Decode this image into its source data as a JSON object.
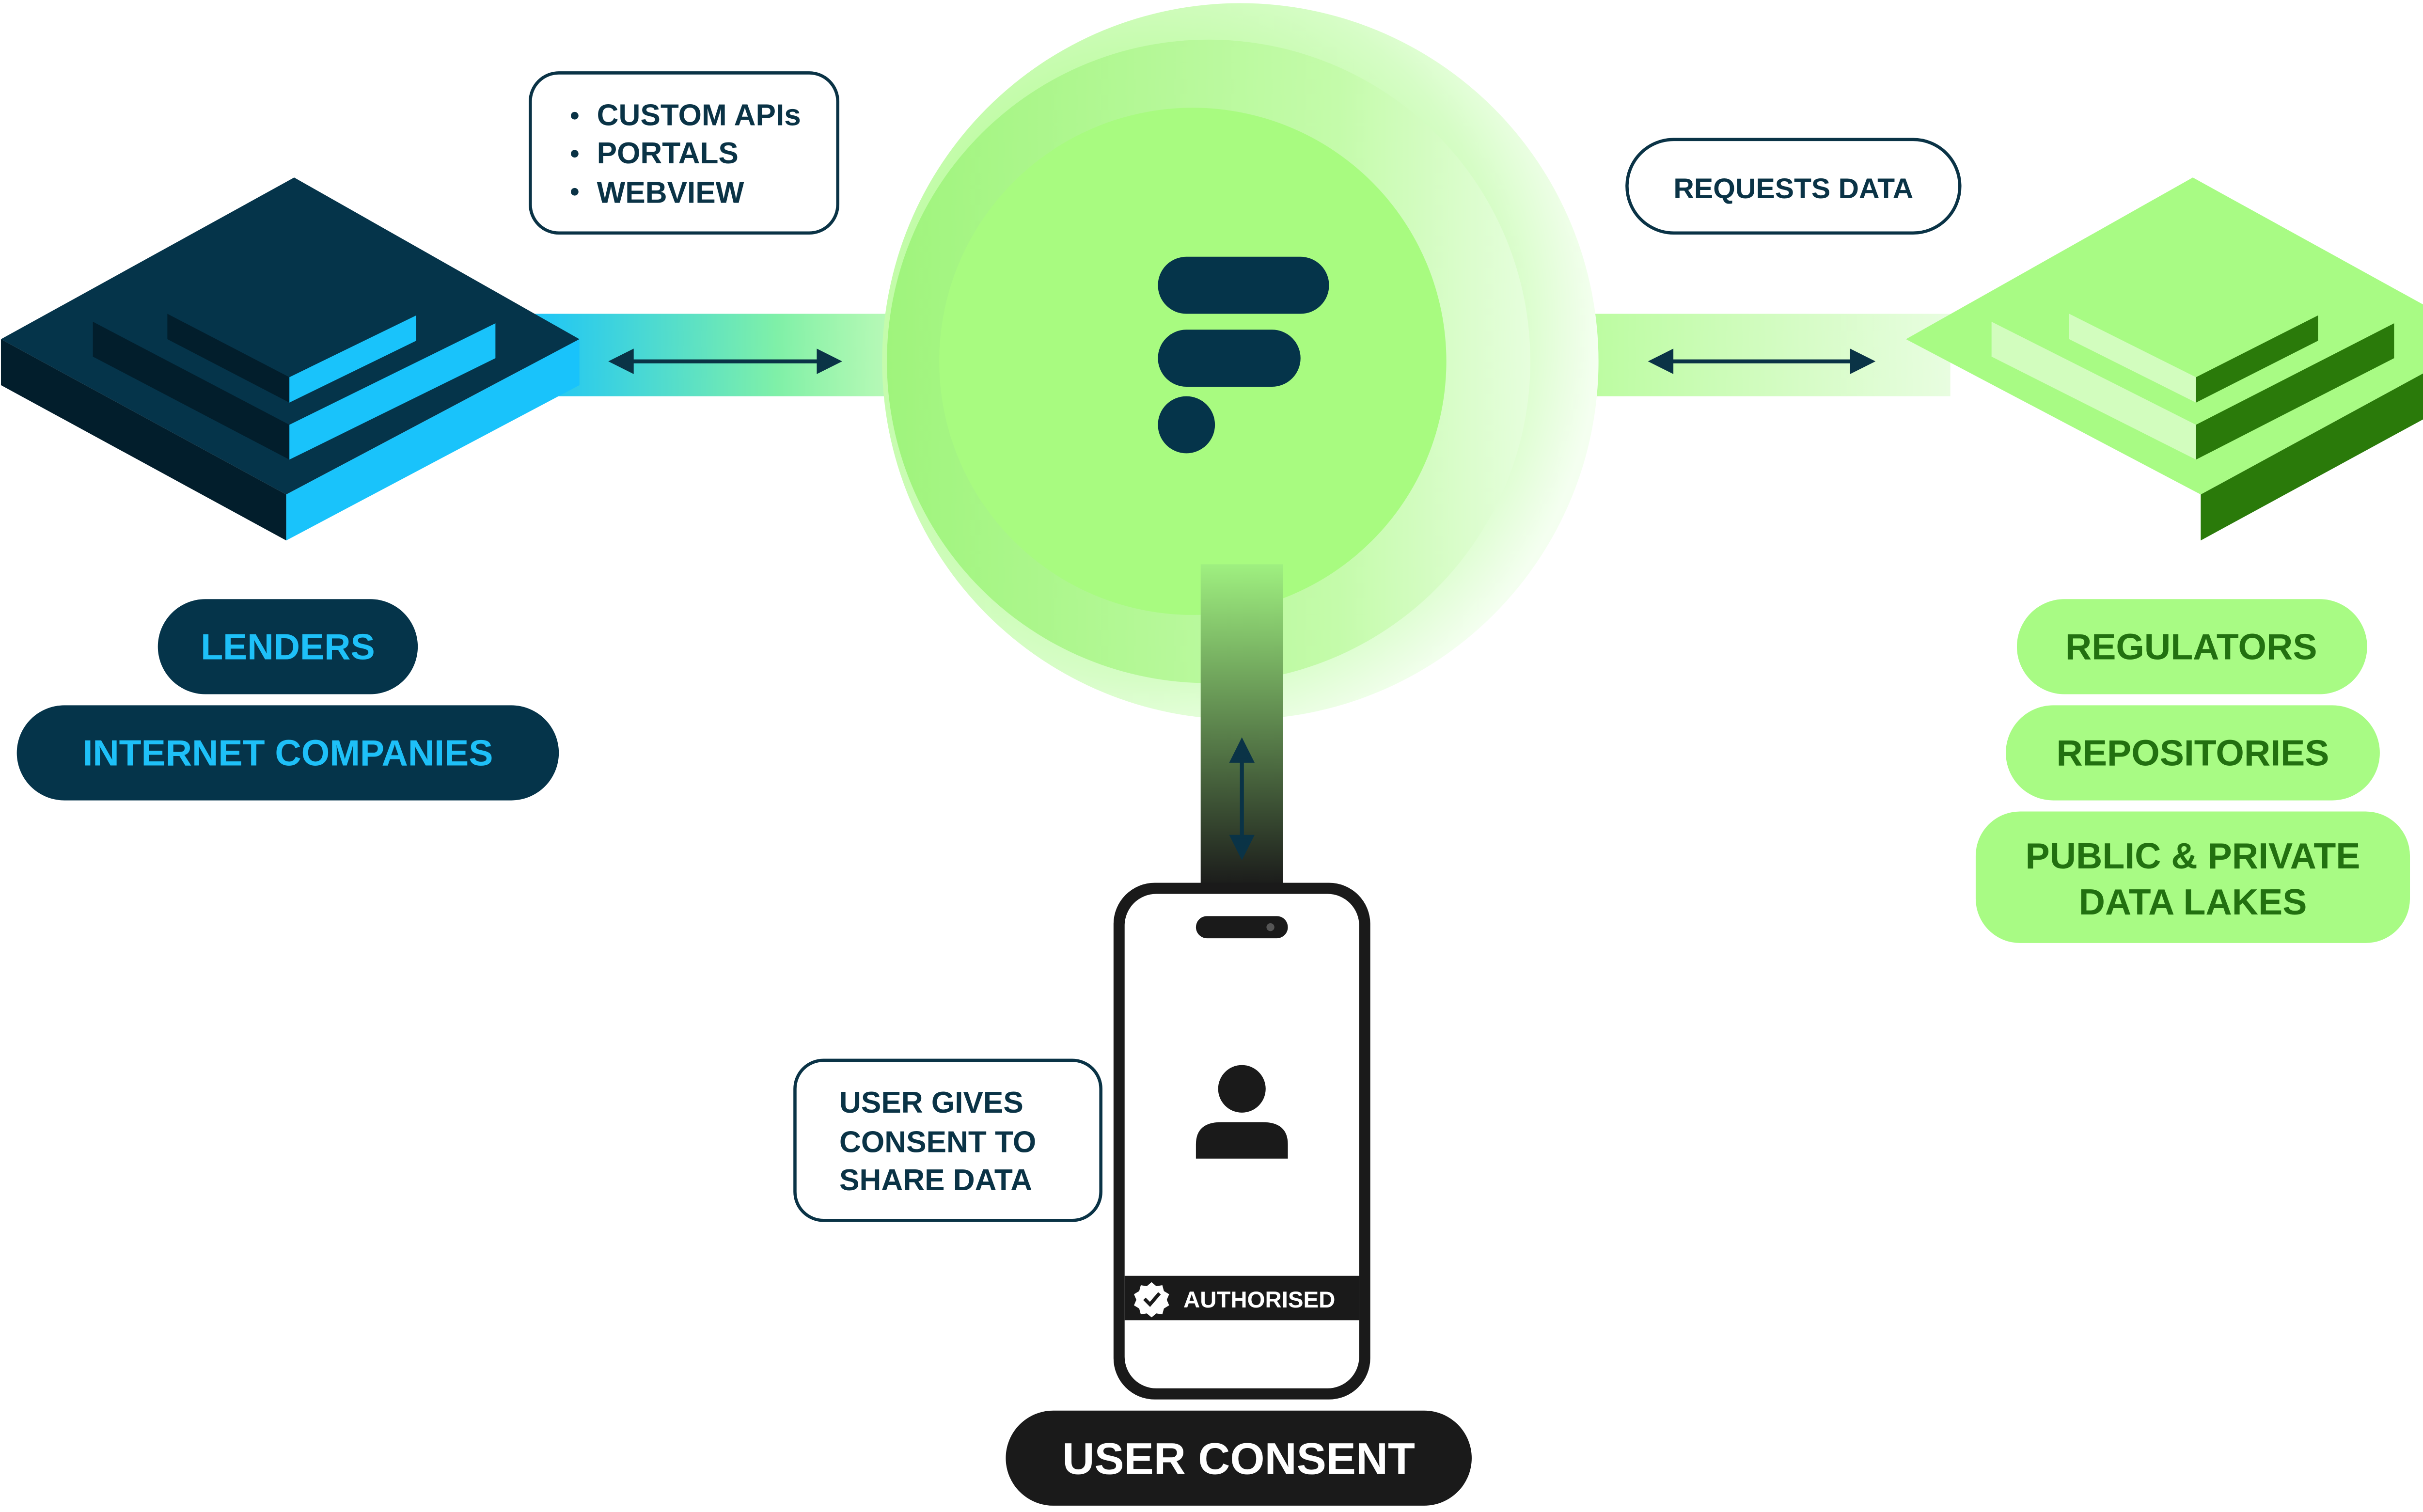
{
  "diagram": {
    "channels_box": {
      "items": [
        "CUSTOM APIs",
        "PORTALS",
        "WEBVIEW"
      ]
    },
    "requests_box": {
      "label": "REQUESTS DATA"
    },
    "left_group": {
      "labels": [
        "LENDERS",
        "INTERNET COMPANIES"
      ]
    },
    "right_group": {
      "labels": [
        "REGULATORS",
        "REPOSITORIES"
      ],
      "data_lakes_lines": [
        "PUBLIC & PRIVATE",
        "DATA LAKES"
      ]
    },
    "consent_box": {
      "lines": [
        "USER GIVES",
        "CONSENT TO",
        "SHARE DATA"
      ]
    },
    "phone": {
      "status_label": "AUTHORISED"
    },
    "footer": {
      "label": "USER CONSENT"
    }
  },
  "colors": {
    "navy": "#05344a",
    "navy_dark": "#021e2c",
    "blue": "#1ec0f8",
    "green_light": "#a8fb84",
    "green_mid": "#7ee05a",
    "green_dark": "#2a7a0a",
    "green_text": "#227010",
    "black": "#1a1a1a"
  }
}
